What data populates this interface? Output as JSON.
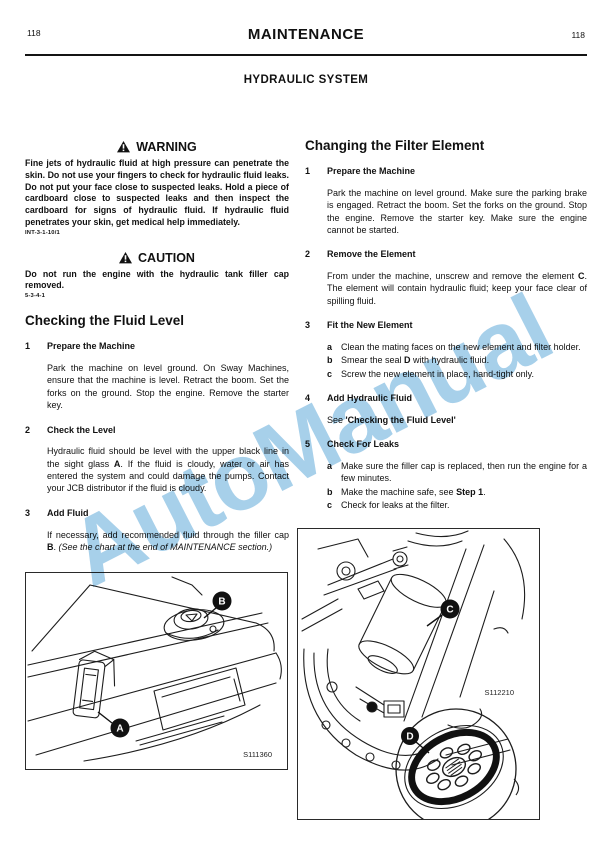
{
  "header": {
    "page_number_left": "118",
    "title": "MAINTENANCE",
    "page_number_right": "118"
  },
  "doc_title": "HYDRAULIC SYSTEM",
  "watermark": {
    "text": "AutoManual",
    "color": "#a0cce9"
  },
  "left_column": {
    "warning": {
      "label": "WARNING",
      "body": "Fine jets of hydraulic fluid at high pressure can penetrate the skin. Do not use your fingers to check for hydraulic fluid leaks. Do not put your face close to suspected leaks. Hold a piece of cardboard close to suspected leaks and then inspect the cardboard for signs of hydraulic fluid. If hydraulic fluid penetrates your skin, get medical help immediately.",
      "code": "INT-3-1-10/1"
    },
    "caution": {
      "label": "CAUTION",
      "body": "Do not run the engine with the hydraulic tank filler cap removed.",
      "code": "5-3-4-1"
    },
    "heading": "Checking the Fluid Level",
    "steps": [
      {
        "num": "1",
        "title": "Prepare the Machine",
        "body": [
          {
            "t": "Park the machine on level ground. On Sway Machines, ensure that the machine is level. Retract the boom. Set the forks on the ground. Stop the engine. Remove the starter key."
          }
        ]
      },
      {
        "num": "2",
        "title": "Check the Level",
        "body": [
          {
            "t": "Hydraulic fluid should be level with the upper black line in the sight glass "
          },
          {
            "t": "A",
            "b": true
          },
          {
            "t": ". If the fluid is cloudy, water or air has entered the system and could damage the pumps. Contact your JCB distributor if the fluid is cloudy."
          }
        ]
      },
      {
        "num": "3",
        "title": "Add Fluid",
        "body": [
          {
            "t": "If necessary, add recommended fluid through the filler cap "
          },
          {
            "t": "B",
            "b": true
          },
          {
            "t": ". "
          },
          {
            "t": "(See the chart at the end of MAINTENANCE section.)",
            "i": true
          }
        ]
      }
    ],
    "figure": {
      "code": "S111360",
      "labels": {
        "sight_glass": "A",
        "filler_cap": "B"
      }
    }
  },
  "right_column": {
    "heading": "Changing the Filter Element",
    "steps": [
      {
        "num": "1",
        "title": "Prepare the Machine",
        "body": [
          {
            "t": "Park the machine on level ground. Make sure the parking brake is engaged. Retract the boom. Set the forks on the ground. Stop the engine. Remove the starter key. Make sure the engine cannot be started."
          }
        ]
      },
      {
        "num": "2",
        "title": "Remove the Element",
        "body": [
          {
            "t": "From under the machine, unscrew and remove the element "
          },
          {
            "t": "C",
            "b": true
          },
          {
            "t": ". The element will contain hydraulic fluid; keep your face clear of spilling fluid."
          }
        ]
      },
      {
        "num": "3",
        "title": "Fit the New Element",
        "items": [
          {
            "letter": "a",
            "text": [
              {
                "t": "Clean the mating faces on the new element and filter holder."
              }
            ]
          },
          {
            "letter": "b",
            "text": [
              {
                "t": "Smear the seal "
              },
              {
                "t": "D",
                "b": true
              },
              {
                "t": " with hydraulic fluid."
              }
            ]
          },
          {
            "letter": "c",
            "text": [
              {
                "t": "Screw the new element in place, hand-tight only."
              }
            ]
          }
        ]
      },
      {
        "num": "4",
        "title": "Add Hydraulic Fluid",
        "body": [
          {
            "t": "See "
          },
          {
            "t": "'Checking the Fluid Level'",
            "b": true
          }
        ]
      },
      {
        "num": "5",
        "title": "Check For Leaks",
        "items": [
          {
            "letter": "a",
            "text": [
              {
                "t": "Make sure the filler cap is replaced, then run the engine for a few minutes."
              }
            ]
          },
          {
            "letter": "b",
            "text": [
              {
                "t": "Make the machine safe, see "
              },
              {
                "t": "Step 1",
                "b": true
              },
              {
                "t": "."
              }
            ]
          },
          {
            "letter": "c",
            "text": [
              {
                "t": "Check for leaks at the filter."
              }
            ]
          }
        ]
      }
    ],
    "figure": {
      "code": "S112210",
      "labels": {
        "filter_element": "C",
        "seal": "D"
      }
    }
  }
}
